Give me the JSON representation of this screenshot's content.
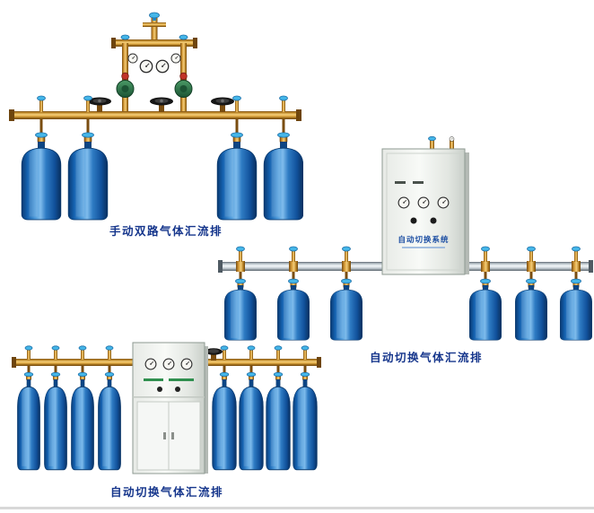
{
  "page": {
    "background_color": "#ffffff",
    "bottom_rule_color": "#d8d8d8"
  },
  "products": [
    {
      "name": "manual-dual-gas-manifold",
      "caption": "手动双路气体汇流排",
      "cylinder_count": 4
    },
    {
      "name": "auto-switch-gas-manifold",
      "caption": "自动切换气体汇流排",
      "cabinet_label": "自动切换系统",
      "cylinder_count": 6
    },
    {
      "name": "auto-switch-gas-manifold-with-cabinet",
      "caption": "自动切换气体汇流排",
      "cylinder_count": 8
    }
  ],
  "colors": {
    "cylinder_blue": "#1d6ab8",
    "brass_pipe": "#d89c38",
    "silver_manifold": "#c3ccd3",
    "cabinet_body": "#f2f4f2",
    "caption_text": "#16368c",
    "valve_knob_blue": "#45b6e8",
    "regulator_green": "#2f7d4f"
  }
}
